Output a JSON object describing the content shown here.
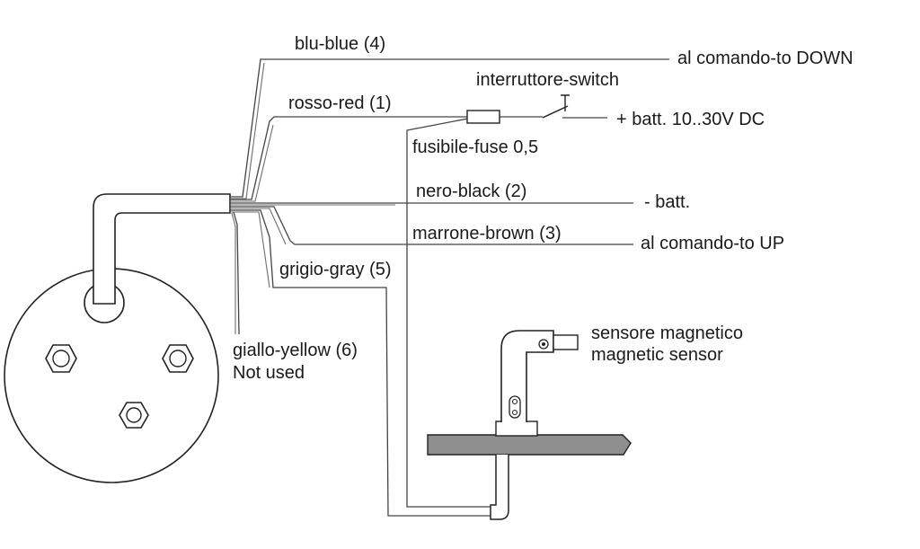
{
  "wires": {
    "blue": "blu-blue (4)",
    "red": "rosso-red (1)",
    "black": "nero-black (2)",
    "brown": "marrone-brown (3)",
    "gray": "grigio-gray (5)",
    "yellow": "giallo-yellow (6)",
    "yellow_note": "Not used"
  },
  "connections": {
    "down": "al comando-to DOWN",
    "up": "al comando-to UP",
    "battery_plus": "+ batt. 10..30V DC",
    "battery_minus": "- batt."
  },
  "components": {
    "switch": "interruttore-switch",
    "fuse": "fusibile-fuse 0,5",
    "sensor_it": "sensore magnetico",
    "sensor_en": "magnetic sensor"
  }
}
